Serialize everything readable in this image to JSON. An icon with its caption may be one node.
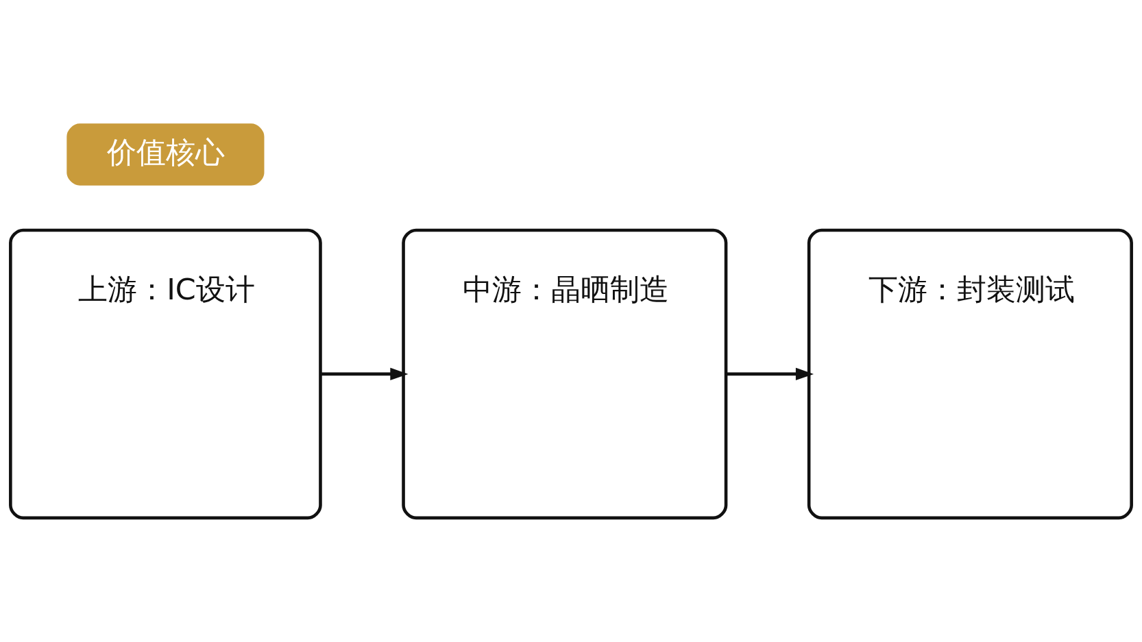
{
  "diagram": {
    "nodes": [
      {
        "text": [
          "价值核心"
        ]
      },
      {
        "text": [
          "上游：IC设计"
        ]
      },
      {
        "text": [
          "中游：晶晒制造"
        ]
      },
      {
        "text": [
          "下游：封装测试"
        ]
      }
    ],
    "edges": [
      {
        "from": 1,
        "to": 2,
        "arrow": "to"
      },
      {
        "from": 2,
        "to": 3,
        "arrow": "to"
      }
    ]
  }
}
